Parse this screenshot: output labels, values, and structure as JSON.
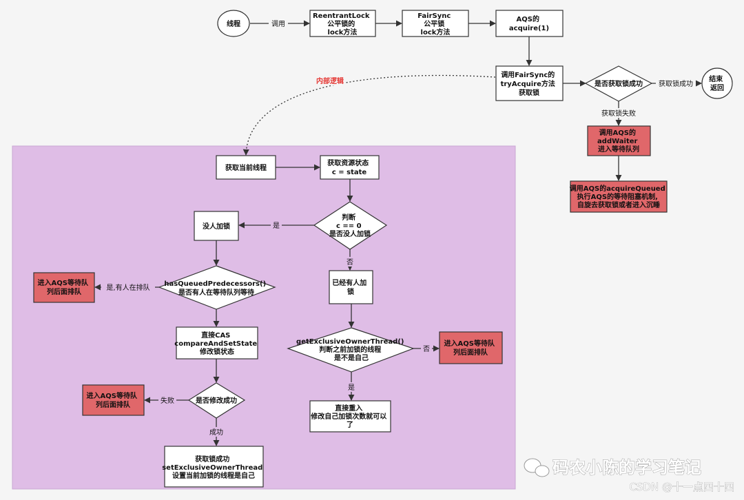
{
  "colors": {
    "region": "#dfbde6",
    "highlight": "#e0676a",
    "node": "#ffffff",
    "edge": "#333333",
    "annotation": "#e53935"
  },
  "nodes": {
    "thread": "线程",
    "reentrant_lock": [
      "ReentrantLock",
      "公平锁的",
      "lock方法"
    ],
    "fairsync": [
      "FairSync",
      "公平锁",
      "lock方法"
    ],
    "aqs_acquire": [
      "AQS的",
      "acquire(1)"
    ],
    "try_acquire": [
      "调用FairSync的",
      "tryAcquire方法",
      "获取锁"
    ],
    "is_acquired": "是否获取锁成功",
    "end": [
      "结束",
      "返回"
    ],
    "add_waiter": [
      "调用AQS的",
      "addWaiter",
      "进入等待队列"
    ],
    "acquire_queued": [
      "调用AQS的acquireQueued",
      "执行AQS的等待阻塞机制,",
      "自旋去获取锁或者进入沉睡"
    ],
    "get_current_thread": "获取当前线程",
    "get_state": [
      "获取资源状态",
      "c = state"
    ],
    "check_c": [
      "判断",
      "c == 0",
      "是否没人加锁"
    ],
    "no_lock": "没人加锁",
    "has_queued": [
      "hasQueuedPredecessors()",
      "是否有人在等待队列等待"
    ],
    "enqueue_1": [
      "进入AQS等待队",
      "列后面排队"
    ],
    "cas": [
      "直接CAS",
      "compareAndSetState",
      "修改锁状态"
    ],
    "modify_ok": "是否修改成功",
    "enqueue_2": [
      "进入AQS等待队",
      "列后面排队"
    ],
    "set_owner": [
      "获取锁成功",
      "setExclusiveOwnerThread",
      "设置当前加锁的线程是自己"
    ],
    "locked": [
      "已经有人加",
      "锁"
    ],
    "check_owner": [
      "getExclusiveOwnerThread()",
      "判断之前加锁的线程",
      "是不是自己"
    ],
    "enqueue_3": [
      "进入AQS等待队",
      "列后面排队"
    ],
    "reenter": [
      "直接重入",
      "修改自己加锁次数就可以",
      "了"
    ]
  },
  "edges": {
    "call": "调用",
    "acquire_success": "获取锁成功",
    "acquire_fail": "获取锁失败",
    "internal_logic": "内部逻辑",
    "yes": "是",
    "no": "否",
    "yes_someone_queued": "是,有人在排队",
    "fail": "失败",
    "success": "成功",
    "no_2": "否",
    "yes_2": "是"
  },
  "watermark": {
    "wechat": "码农小陈的学习笔记",
    "csdn": "CSDN @十一点四十四"
  }
}
